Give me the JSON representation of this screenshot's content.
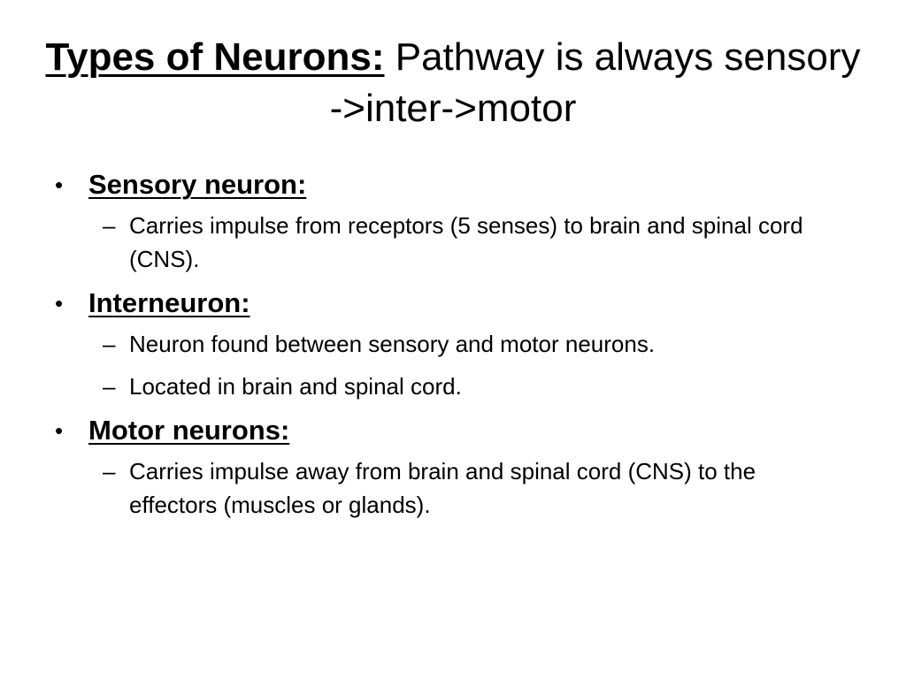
{
  "slide": {
    "title_bold": "Types of  Neurons:",
    "title_rest": " Pathway is always sensory ->inter->motor",
    "sections": [
      {
        "heading": "Sensory neuron:",
        "points": [
          "Carries impulse from receptors (5 senses) to brain and spinal cord (CNS)."
        ]
      },
      {
        "heading": "Interneuron:",
        "points": [
          "Neuron found between sensory and motor neurons.",
          "Located in brain and spinal cord."
        ]
      },
      {
        "heading": "Motor neurons:",
        "points": [
          "Carries impulse away from brain and spinal cord (CNS) to the effectors (muscles or glands)."
        ]
      }
    ],
    "bullet_glyph": "•",
    "dash_glyph": "–"
  }
}
